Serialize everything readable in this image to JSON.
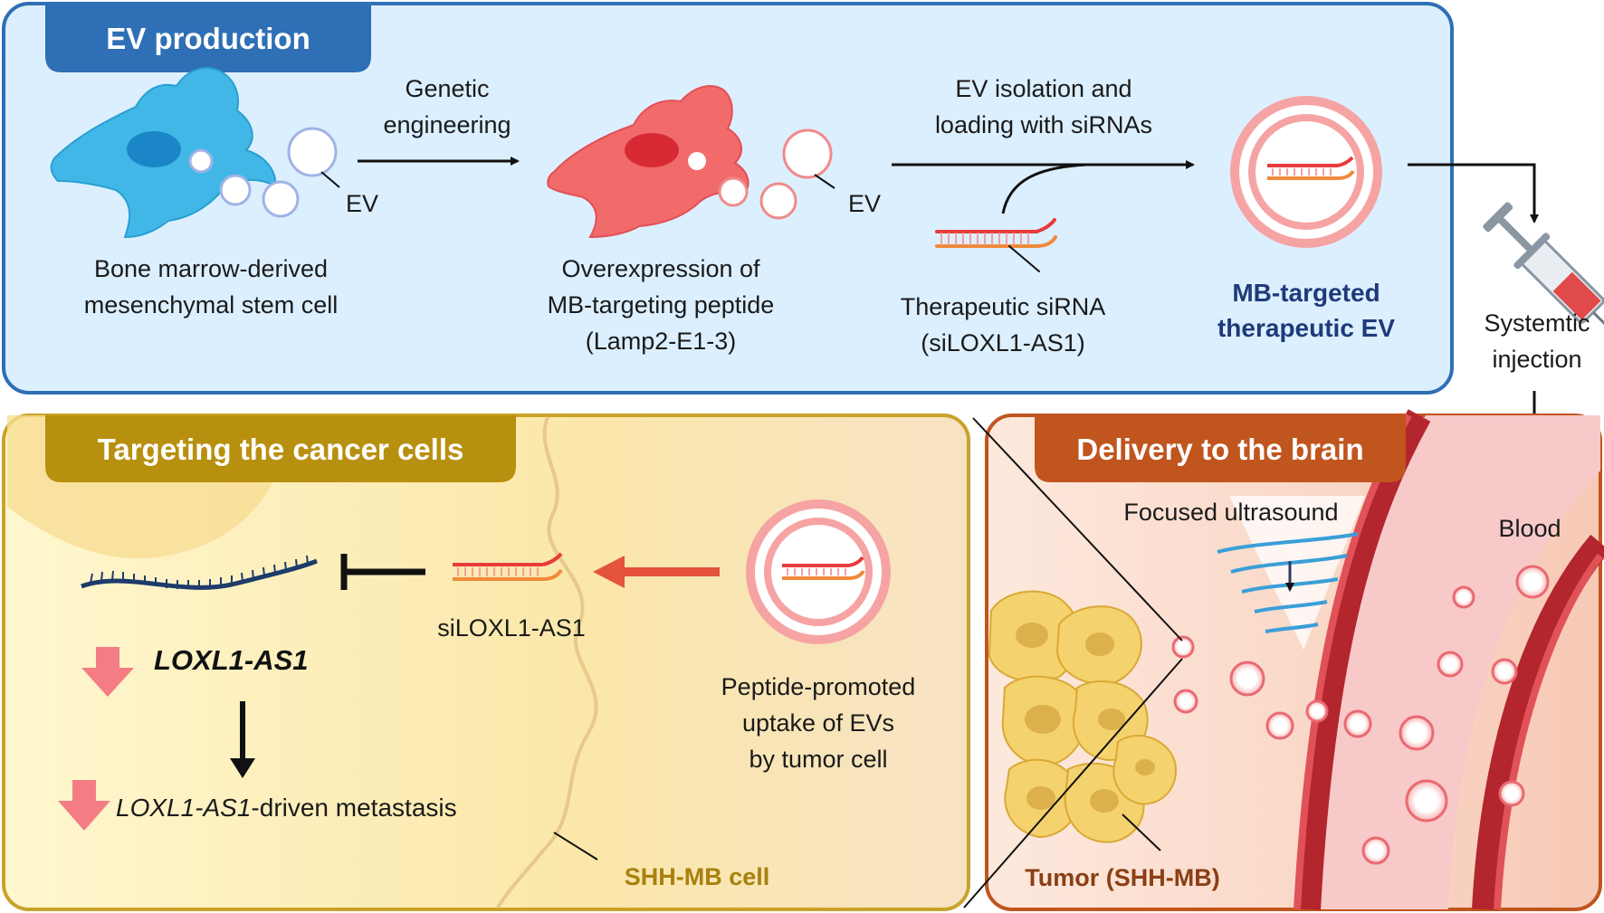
{
  "panels": {
    "production": {
      "header": "EV production",
      "arrow1_label": [
        "Genetic",
        "engineering"
      ],
      "arrow2_label": [
        "EV isolation and",
        "loading with siRNAs"
      ],
      "ev_label_1": "EV",
      "ev_label_2": "EV",
      "msc_label": [
        "Bone marrow-derived",
        "mesenchymal stem cell"
      ],
      "overexpression_label": [
        "Overexpression of",
        "MB-targeting peptide",
        "(Lamp2-E1-3)"
      ],
      "sirna_label": [
        "Therapeutic siRNA",
        "(siLOXL1-AS1)"
      ],
      "targeted_ev_label": [
        "MB-targeted",
        "therapeutic EV"
      ]
    },
    "injection": {
      "label": [
        "Systemtic",
        "injection"
      ]
    },
    "targeting": {
      "header": "Targeting the cancer cells",
      "sirna_label": "siLOXL1-AS1",
      "gene_label": "LOXL1-AS1",
      "metastasis_italic": "LOXL1-AS1",
      "metastasis_rest": "-driven metastasis",
      "uptake_label": [
        "Peptide-promoted",
        "uptake of EVs",
        "by tumor cell"
      ],
      "cell_label": "SHH-MB cell"
    },
    "delivery": {
      "header": "Delivery to the brain",
      "ultrasound_label": "Focused ultrasound",
      "blood_label": "Blood",
      "tumor_label": "Tumor (SHH-MB)"
    }
  },
  "colors": {
    "production_border": "#2e6fb5",
    "production_fill": "#dcefff",
    "production_header": "#2e6fb5",
    "targeting_border": "#c9a22a",
    "targeting_fill": "#fdf2c8",
    "targeting_header": "#b8900f",
    "delivery_border": "#c0551e",
    "delivery_fill": "#fbe3d8",
    "delivery_header": "#c0551e",
    "msc_cell": "#40b7e6",
    "engineered_cell": "#f26b6b",
    "vessel": "#b3262e",
    "down_arrow": "#f47c84"
  }
}
